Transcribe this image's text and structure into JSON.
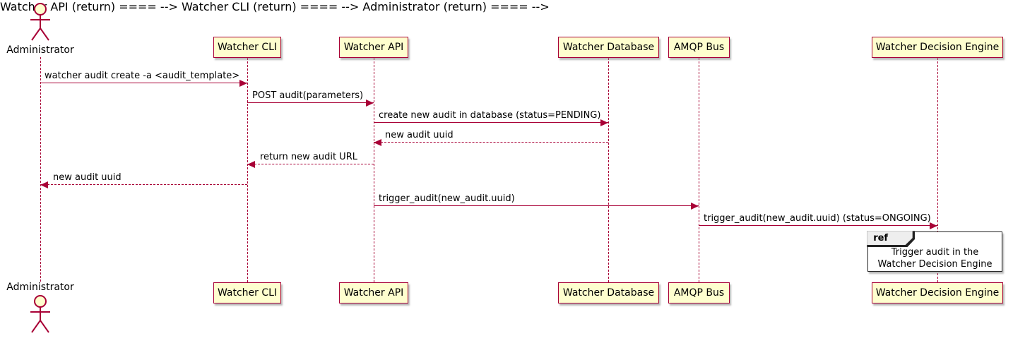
{
  "diagram": {
    "kind": "uml-sequence-diagram",
    "colors": {
      "participant_fill": "#FEFECE",
      "participant_border": "#A80036",
      "line": "#A80036",
      "text": "#000000",
      "ref_fill": "#FFFFFF",
      "ref_header_fill": "#EEEEEE",
      "ref_border": "#222222"
    }
  },
  "actor": {
    "name": "Administrator"
  },
  "participants": [
    {
      "name": "Watcher CLI"
    },
    {
      "name": "Watcher API"
    },
    {
      "name": "Watcher Database"
    },
    {
      "name": "AMQP Bus"
    },
    {
      "name": "Watcher Decision Engine"
    }
  ],
  "messages": [
    {
      "from": "Administrator",
      "to": "Watcher CLI",
      "style": "solid",
      "text": "watcher audit create -a <audit_template>"
    },
    {
      "from": "Watcher CLI",
      "to": "Watcher API",
      "style": "solid",
      "text": "POST audit(parameters)"
    },
    {
      "from": "Watcher API",
      "to": "Watcher Database",
      "style": "solid",
      "text": "create new audit in database (status=PENDING)"
    },
    {
      "from": "Watcher Database",
      "to": "Watcher API",
      "style": "dashed",
      "text": "new audit uuid"
    },
    {
      "from": "Watcher API",
      "to": "Watcher CLI",
      "style": "dashed",
      "text": "return new audit URL"
    },
    {
      "from": "Watcher CLI",
      "to": "Administrator",
      "style": "dashed",
      "text": "new audit uuid"
    },
    {
      "from": "Watcher API",
      "to": "AMQP Bus",
      "style": "solid",
      "text": "trigger_audit(new_audit.uuid)"
    },
    {
      "from": "AMQP Bus",
      "to": "Watcher Decision Engine",
      "style": "solid",
      "text": "trigger_audit(new_audit.uuid) (status=ONGOING)"
    }
  ],
  "ref": {
    "keyword": "ref",
    "lines": [
      "Trigger audit in the",
      "Watcher Decision Engine"
    ]
  }
}
